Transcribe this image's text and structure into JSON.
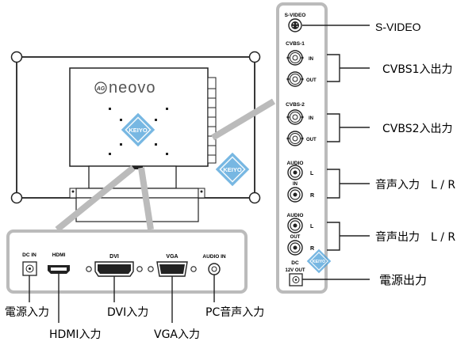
{
  "monitor": {
    "brand": "neovo",
    "brand_badge": "AG"
  },
  "watermark": {
    "text": "KEIYO"
  },
  "side_panel": {
    "svideo_label": "S-VIDEO",
    "cvbs1_label": "CVBS-1",
    "cvbs2_label": "CVBS-2",
    "audio_in_label": "AUDIO",
    "audio_in_sub": "IN",
    "audio_out_label": "AUDIO",
    "audio_out_sub": "OUT",
    "dc_out_label": "DC",
    "dc_out_sub": "12V OUT",
    "in_label": "IN",
    "out_label": "OUT",
    "l_label": "L",
    "r_label": "R"
  },
  "bottom_panel": {
    "dc_in": "DC IN",
    "hdmi": "HDMI",
    "dvi": "DVI",
    "vga": "VGA",
    "audio_in": "AUDIO IN"
  },
  "callouts": {
    "svideo": "S-VIDEO",
    "cvbs1": "CVBS1入出力",
    "cvbs2": "CVBS2入出力",
    "audio_in": "音声入力　L / R",
    "audio_out": "音声出力　L / R",
    "dc_out": "電源出力",
    "dc_in": "電源入力",
    "hdmi": "HDMI入力",
    "dvi": "DVI入力",
    "vga": "VGA入力",
    "audio_pc": "PC音声入力"
  }
}
